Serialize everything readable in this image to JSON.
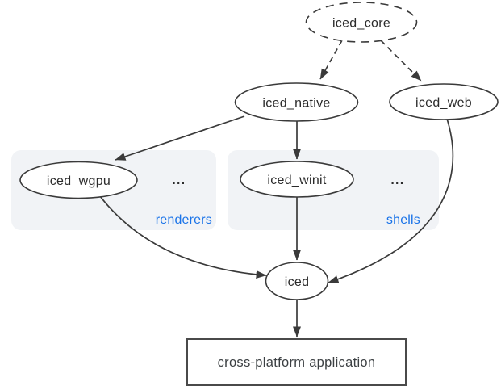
{
  "diagram": {
    "description": "iced crate ecosystem dependency graph",
    "nodes": {
      "iced_core": {
        "label": "iced_core",
        "shape": "ellipse",
        "border": "dashed"
      },
      "iced_native": {
        "label": "iced_native",
        "shape": "ellipse",
        "border": "solid"
      },
      "iced_web": {
        "label": "iced_web",
        "shape": "ellipse",
        "border": "solid"
      },
      "iced_wgpu": {
        "label": "iced_wgpu",
        "shape": "ellipse",
        "border": "solid",
        "group": "renderers"
      },
      "iced_winit": {
        "label": "iced_winit",
        "shape": "ellipse",
        "border": "solid",
        "group": "shells"
      },
      "iced": {
        "label": "iced",
        "shape": "ellipse",
        "border": "solid"
      },
      "application": {
        "label": "cross-platform application",
        "shape": "rectangle"
      }
    },
    "groups": {
      "renderers": {
        "label": "renderers",
        "ellipsis": "..."
      },
      "shells": {
        "label": "shells",
        "ellipsis": "..."
      }
    },
    "edges": [
      {
        "from": "iced_core",
        "to": "iced_native",
        "style": "dashed"
      },
      {
        "from": "iced_core",
        "to": "iced_web",
        "style": "dashed"
      },
      {
        "from": "iced_native",
        "to": "iced_wgpu",
        "style": "solid"
      },
      {
        "from": "iced_native",
        "to": "iced_winit",
        "style": "solid"
      },
      {
        "from": "iced_wgpu",
        "to": "iced",
        "style": "solid"
      },
      {
        "from": "iced_winit",
        "to": "iced",
        "style": "solid"
      },
      {
        "from": "iced_web",
        "to": "iced",
        "style": "solid"
      },
      {
        "from": "iced",
        "to": "application",
        "style": "solid"
      }
    ],
    "colors": {
      "background": "#ffffff",
      "node_stroke": "#3a3a3a",
      "node_fill": "#ffffff",
      "text": "#2b2b2b",
      "group_fill": "#f1f3f6",
      "group_label": "#1a73e8"
    }
  }
}
